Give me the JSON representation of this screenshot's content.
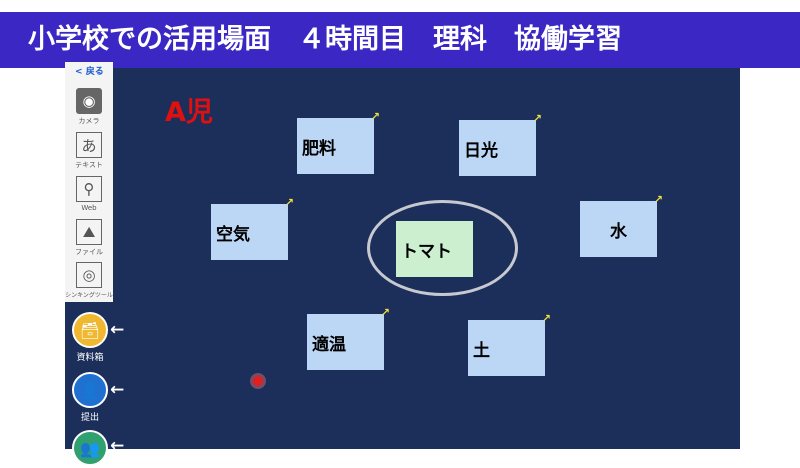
{
  "banner": {
    "title": "小学校での活用場面　４時間目　理科　協働学習"
  },
  "toolbar": {
    "back": "戻る",
    "tools": [
      {
        "label": "カメラ",
        "icon": "camera-icon"
      },
      {
        "label": "テキスト",
        "glyph": "あ",
        "icon": "text-icon"
      },
      {
        "label": "Web",
        "icon": "search-icon"
      },
      {
        "label": "ファイル",
        "icon": "image-icon"
      },
      {
        "label": "シンキングツール",
        "icon": "venn-icon"
      }
    ]
  },
  "side": [
    {
      "label": "資料箱",
      "icon": "inbox-icon"
    },
    {
      "label": "提出",
      "icon": "submit-icon"
    }
  ],
  "canvas": {
    "student": "A児",
    "center": "トマト",
    "notes": [
      "肥料",
      "日光",
      "空気",
      "水",
      "適温",
      "土"
    ]
  },
  "colors": {
    "banner": "#3a27c4",
    "canvas": "#1b2f5a",
    "note": "#bcd7f5",
    "center_note": "#ccefd0",
    "label": "#e01010"
  }
}
